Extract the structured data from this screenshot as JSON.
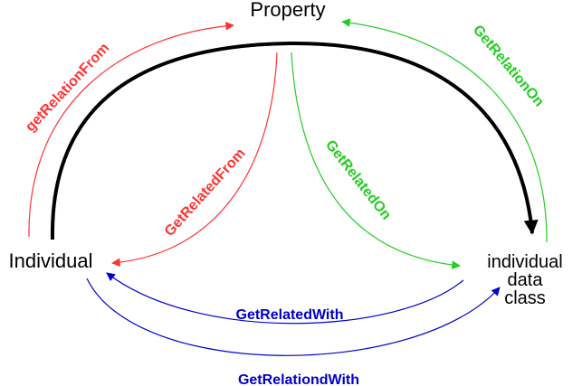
{
  "nodes": {
    "property": "Property",
    "individual": "Individual",
    "data_class": [
      "individual",
      "data",
      "class"
    ]
  },
  "edges": {
    "get_relation_from": "getRelationFrom",
    "get_related_from": "GetRelatedFrom",
    "get_related_on": "GetRelatedOn",
    "get_relation_on": "GetRelationOn",
    "get_related_with": "GetRelatedWith",
    "get_relationd_with": "GetRelationdWith"
  },
  "colors": {
    "main_arc": "#000000",
    "from_edges": "#ff3333",
    "on_edges": "#22cc22",
    "with_edges": "#0000cc"
  }
}
